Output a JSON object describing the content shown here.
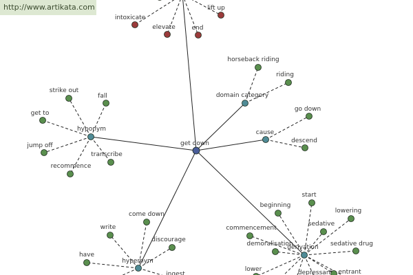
{
  "site": {
    "url": "http://www.artikata.com"
  },
  "colors": {
    "center": "#4a5d9a",
    "relation": "#4f8b96",
    "synonym": "#5a8f4e",
    "antonym": "#9b3b3b"
  },
  "graph": {
    "center": {
      "label": "get down"
    },
    "groups": [
      {
        "relation": "antonym",
        "label": "",
        "terms": [
          "",
          "intoxicate",
          "elevate",
          "lift up",
          "end"
        ]
      },
      {
        "relation": "domain category",
        "label": "domain category",
        "terms": [
          "horseback riding",
          "riding"
        ]
      },
      {
        "relation": "cause",
        "label": "cause",
        "terms": [
          "go down",
          "descend"
        ]
      },
      {
        "relation": "hyponym",
        "label": "hyponym",
        "terms": [
          "strike out",
          "fall",
          "get to",
          "jump off",
          "recommence",
          "transcribe"
        ]
      },
      {
        "relation": "hypernym",
        "label": "hypernym",
        "terms": [
          "come down",
          "write",
          "discourage",
          "have",
          "ingest",
          ""
        ]
      },
      {
        "relation": "derivation",
        "label": "derivation",
        "terms": [
          "start",
          "beginning",
          "lowering",
          "sedative",
          "commencement",
          "sedative drug",
          "demoralisation",
          "lower",
          "depressant",
          "entrant",
          "",
          "",
          ""
        ]
      }
    ]
  }
}
